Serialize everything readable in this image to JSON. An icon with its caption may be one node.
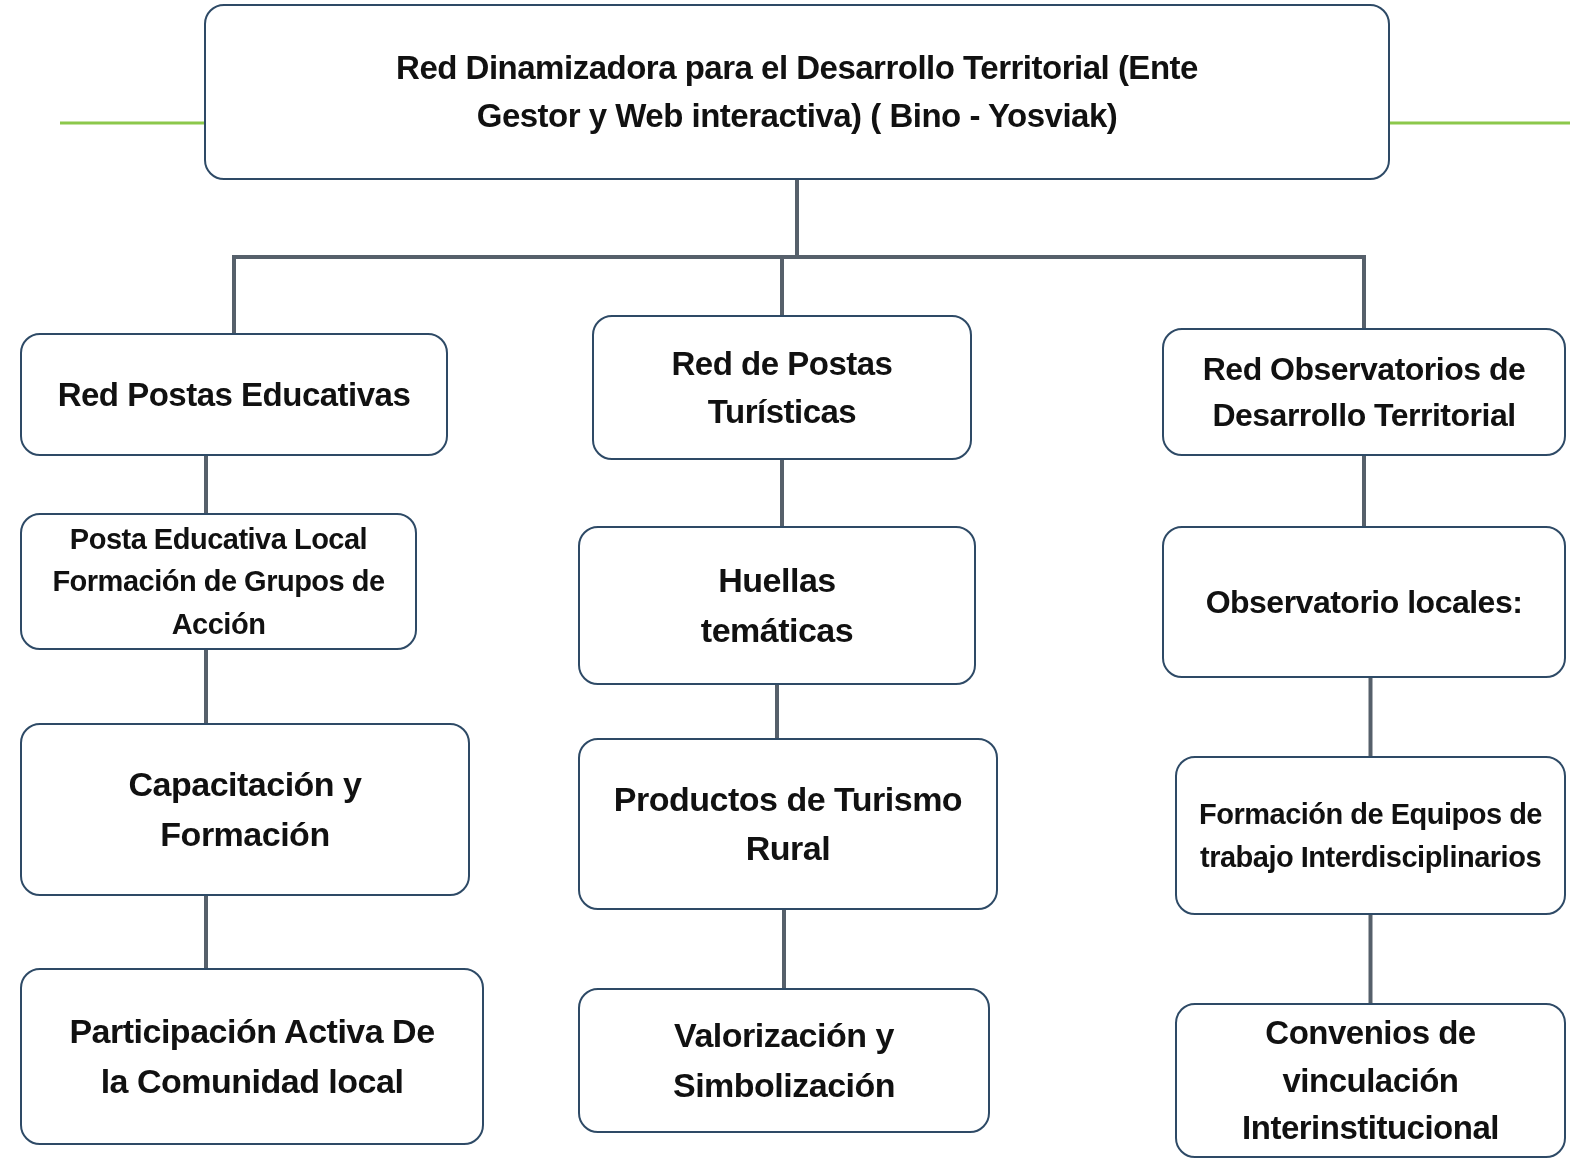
{
  "diagram": {
    "nodes": [
      {
        "text": [
          "Red Dinamizadora para el Desarrollo Territorial (Ente Gestor y Web interactiva) ( Bino - Yosviak)"
        ]
      },
      {
        "text": [
          "Red Postas Educativas"
        ]
      },
      {
        "text": [
          "Red de Postas Turísticas"
        ]
      },
      {
        "text": [
          "Red Observatorios de Desarrollo Territorial"
        ]
      },
      {
        "text": [
          "Posta Educativa Local Formación de Grupos de Acción"
        ]
      },
      {
        "text": [
          "Capacitación y Formación"
        ]
      },
      {
        "text": [
          "Participación Activa De la Comunidad local"
        ]
      },
      {
        "text": [
          "Huellas temáticas"
        ]
      },
      {
        "text": [
          "Productos de Turismo Rural"
        ]
      },
      {
        "text": [
          "Valorización y Simbolización"
        ]
      },
      {
        "text": [
          "Observatorio locales:"
        ]
      },
      {
        "text": [
          "Formación de Equipos de trabajo Interdisciplinarios"
        ]
      },
      {
        "text": [
          "Convenios de vinculación Interinstitucional"
        ]
      }
    ],
    "edges": [
      {
        "from": 0,
        "to": 1,
        "arrow": "none"
      },
      {
        "from": 0,
        "to": 2,
        "arrow": "none"
      },
      {
        "from": 0,
        "to": 3,
        "arrow": "none"
      },
      {
        "from": 1,
        "to": 4,
        "arrow": "none"
      },
      {
        "from": 4,
        "to": 5,
        "arrow": "none"
      },
      {
        "from": 5,
        "to": 6,
        "arrow": "none"
      },
      {
        "from": 2,
        "to": 7,
        "arrow": "none"
      },
      {
        "from": 7,
        "to": 8,
        "arrow": "none"
      },
      {
        "from": 8,
        "to": 9,
        "arrow": "none"
      },
      {
        "from": 3,
        "to": 10,
        "arrow": "none"
      },
      {
        "from": 10,
        "to": 11,
        "arrow": "none"
      },
      {
        "from": 11,
        "to": 12,
        "arrow": "none"
      }
    ]
  }
}
